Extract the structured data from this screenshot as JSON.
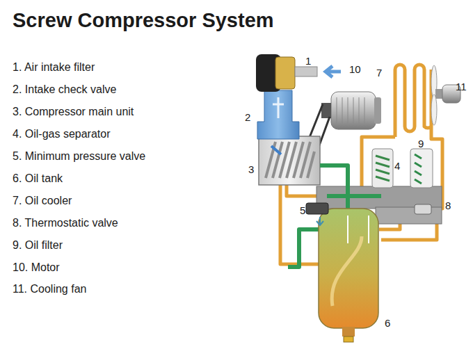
{
  "diagram": {
    "title": "Screw Compressor System",
    "labels": [
      "1. Air intake filter",
      "2. Intake check valve",
      "3. Compressor main unit",
      "4. Oil-gas separator",
      "5. Minimum pressure valve",
      "6. Oil tank",
      "7. Oil cooler",
      "8. Thermostatic valve",
      "9. Oil filter",
      "10. Motor",
      "11. Cooling fan",
      "1",
      "10",
      "7",
      "11",
      "2",
      "4",
      "9",
      "3",
      "8",
      "5",
      "6"
    ]
  }
}
